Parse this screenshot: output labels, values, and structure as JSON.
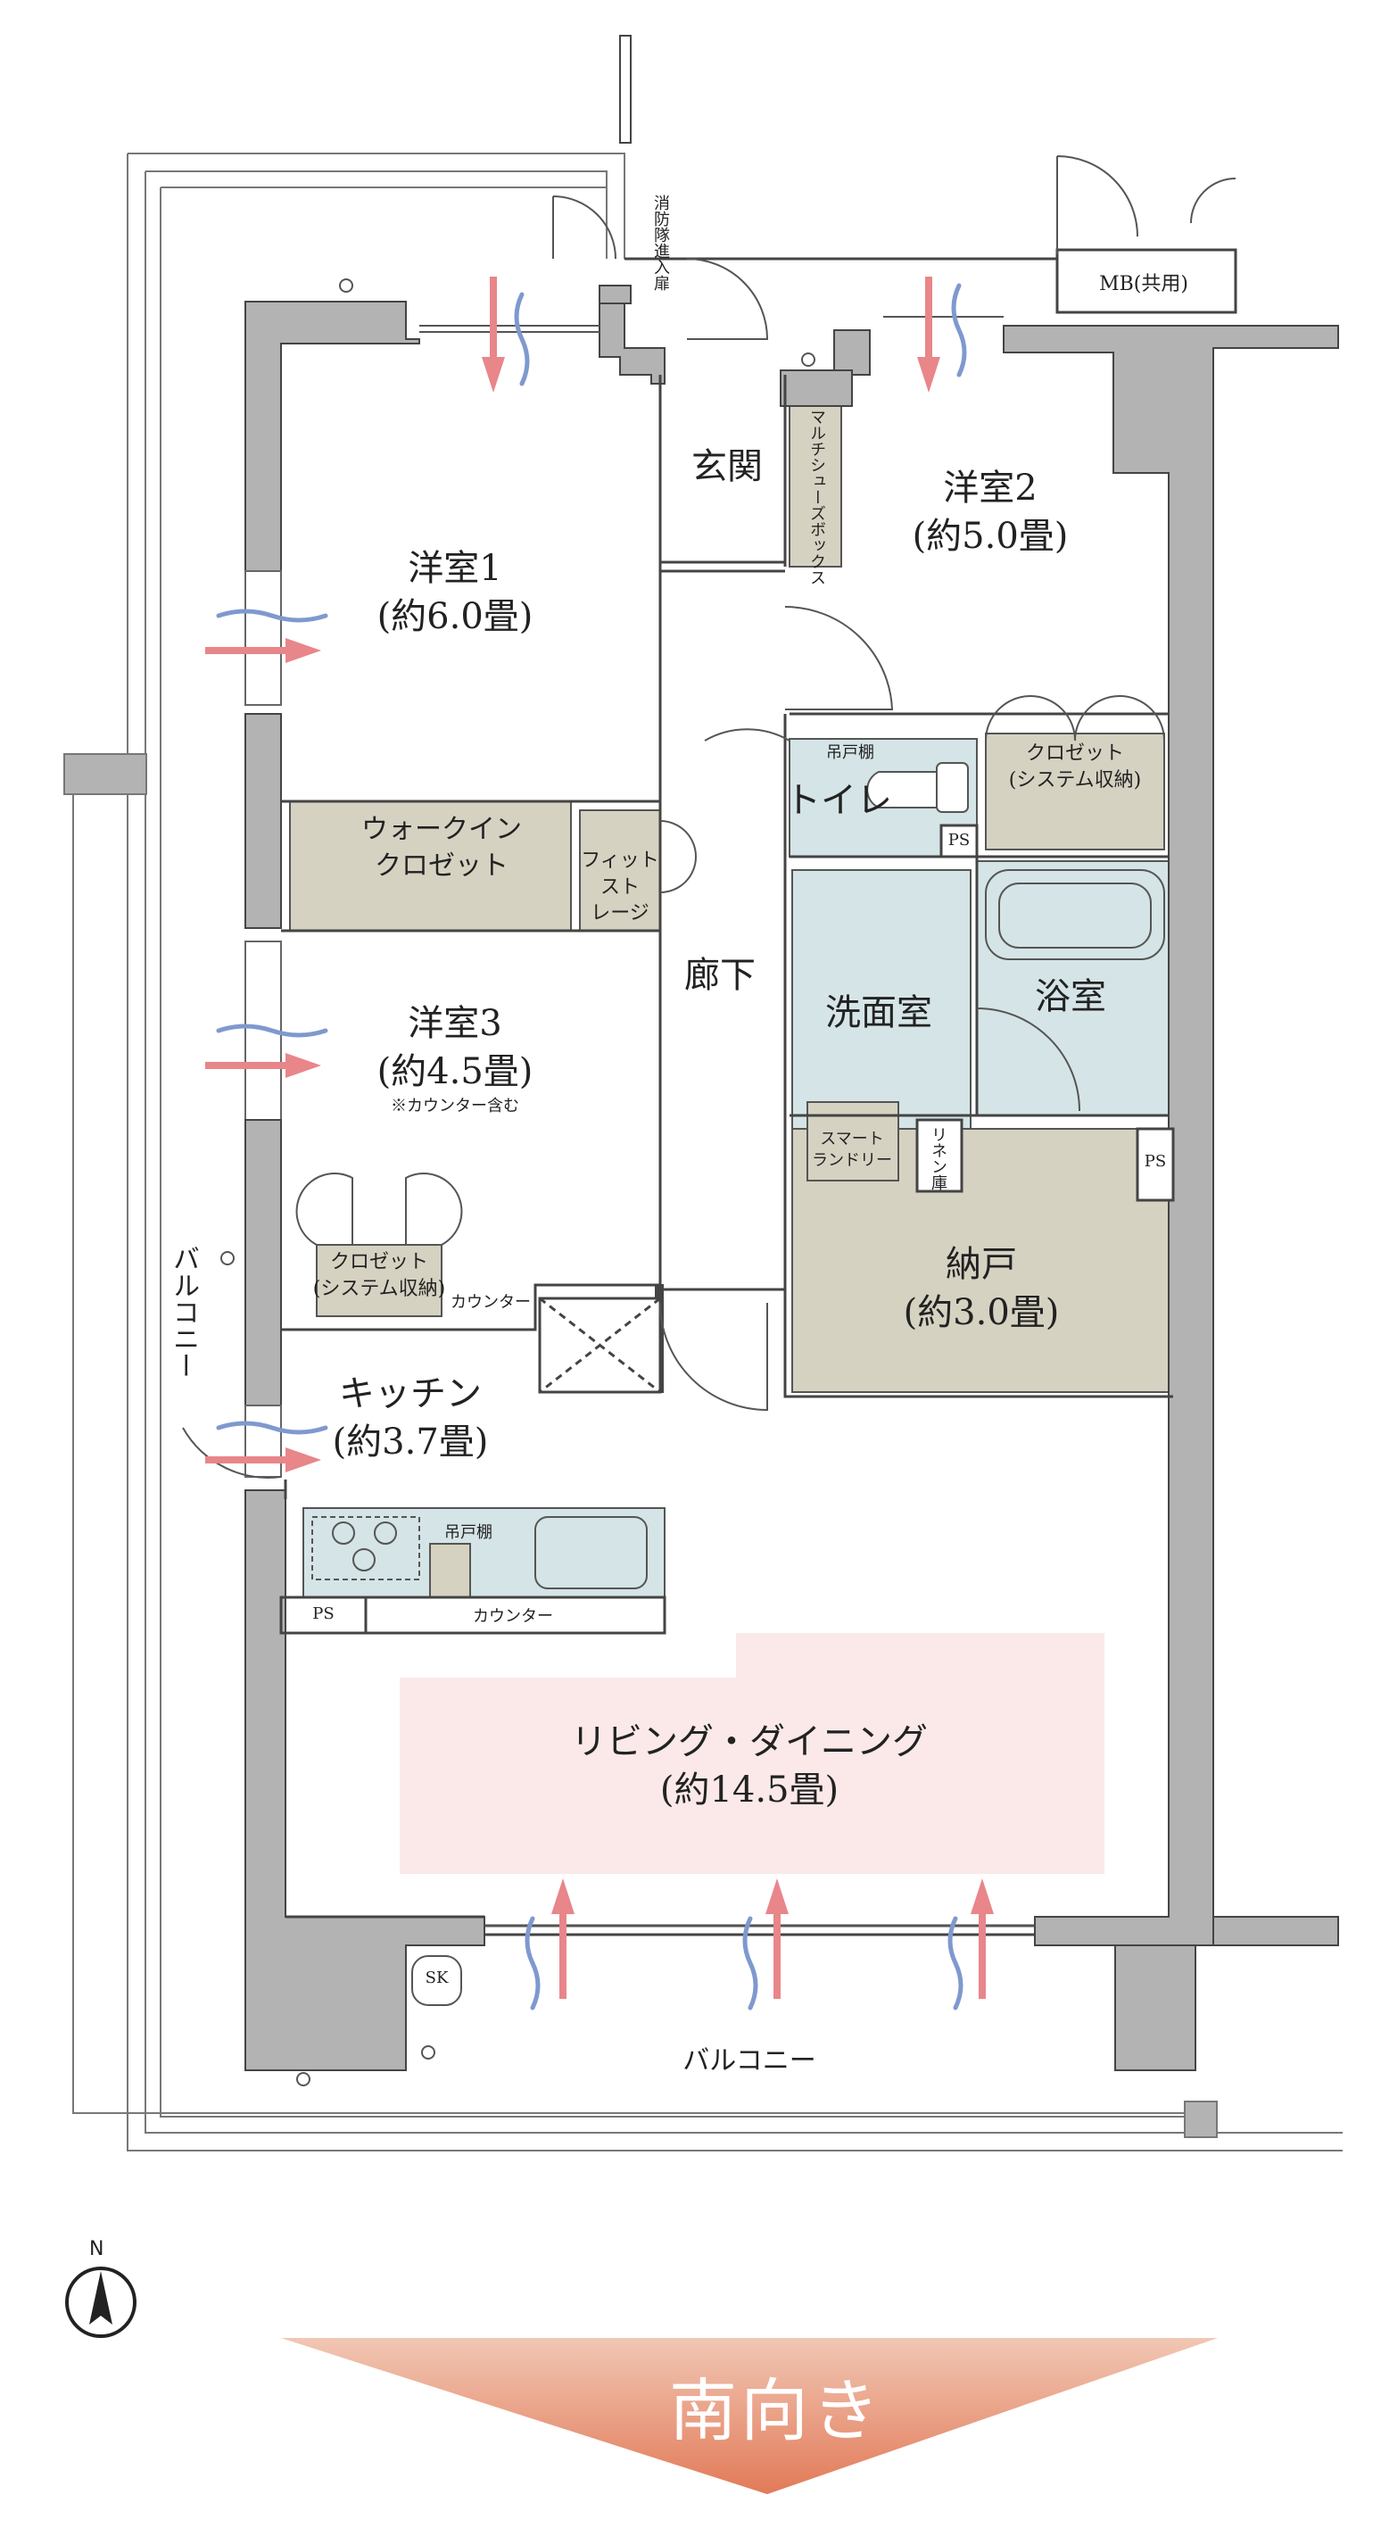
{
  "colors": {
    "wall": "#b3b3b3",
    "storage": "#d6d2c2",
    "wet": "#d5e4e6",
    "living_zone": "#fbe9e9",
    "arrow_pink": "#e8868a",
    "wind_blue": "#7f99cf",
    "orientation_top": "#f1c7b4",
    "orientation_bottom": "#e27a58"
  },
  "rooms": {
    "western1": {
      "name": "洋室1",
      "size": "(約6.0畳)"
    },
    "western2": {
      "name": "洋室2",
      "size": "(約5.0畳)"
    },
    "western3": {
      "name": "洋室3",
      "size": "(約4.5畳)",
      "note": "※カウンター含む"
    },
    "entrance": "玄関",
    "hallway": "廊下",
    "toilet": "トイレ",
    "washroom": "洗面室",
    "bathroom": "浴室",
    "storeroom": {
      "name": "納戸",
      "size": "(約3.0畳)"
    },
    "kitchen": {
      "name": "キッチン",
      "size": "(約3.7畳)"
    },
    "living": {
      "name": "リビング・ダイニング",
      "size": "(約14.5畳)"
    }
  },
  "fixtures": {
    "walkin_closet": [
      "ウォークイン",
      "クロゼット"
    ],
    "fit_storage": [
      "フィット",
      "スト",
      "レージ"
    ],
    "closet2": [
      "クロゼット",
      "(システム収納)"
    ],
    "closet3": [
      "クロゼット",
      "(システム収納)"
    ],
    "multi_shoe_box": "マルチシューズボックス",
    "fire_door": "消防隊進入扉",
    "mb": "MB(共用)",
    "toilet_hanging_shelf": "吊戸棚",
    "kitchen_hanging_shelf": "吊戸棚",
    "smart_laundry": [
      "スマート",
      "ランドリー"
    ],
    "linen": "リネン庫",
    "counter_room3": "カウンター",
    "counter_kitchen": "カウンター",
    "ps_toilet": "PS",
    "ps_storeroom": "PS",
    "ps_kitchen": "PS",
    "sk": "SK"
  },
  "balcony_west": "バルコニー",
  "balcony_south": "バルコニー",
  "compass": {
    "north": "N"
  },
  "orientation": "南向き"
}
